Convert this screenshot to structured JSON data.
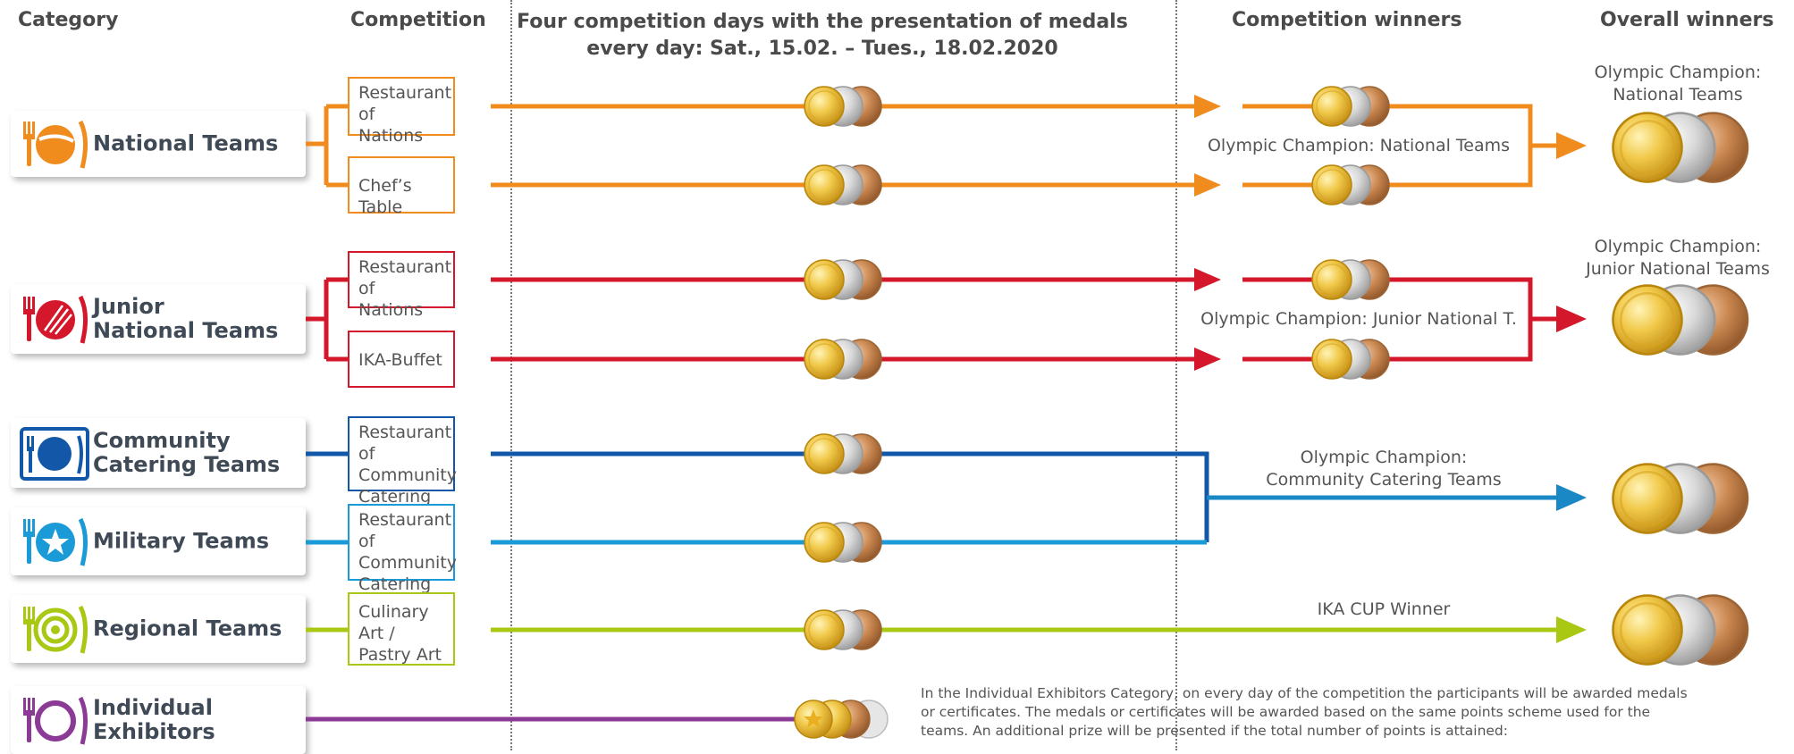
{
  "headers": {
    "category": "Category",
    "competition": "Competition",
    "days_line1": "Four competition days with the presentation of medals",
    "days_line2": "every day: Sat., 15.02. – Tues., 18.02.2020",
    "comp_winners": "Competition winners",
    "overall": "Overall winners"
  },
  "colors": {
    "orange": "#f08c1e",
    "red": "#d4172a",
    "darkblue": "#1257a8",
    "lightblue": "#1a9ad6",
    "lime": "#a8c813",
    "purple": "#8b3a96"
  },
  "categories": [
    {
      "label": "National Teams",
      "icon": "national-teams-icon"
    },
    {
      "label": "Junior\nNational Teams",
      "icon": "junior-national-teams-icon"
    },
    {
      "label": "Community\nCatering Teams",
      "icon": "community-catering-teams-icon"
    },
    {
      "label": "Military Teams",
      "icon": "military-teams-icon"
    },
    {
      "label": "Regional Teams",
      "icon": "regional-teams-icon"
    },
    {
      "label": "Individual\nExhibitors",
      "icon": "individual-exhibitors-icon"
    }
  ],
  "competitions": [
    "Restaurant of\nNations",
    "Chef’s Table",
    "Restaurant of\nNations",
    "IKA-Buffet",
    "Restaurant of\nCommunity\nCatering",
    "Restaurant of\nCommunity\nCatering",
    "Culinary Art /\nPastry Art"
  ],
  "winner_labels": {
    "national": "Olympic Champion: National Teams",
    "junior": "Olympic Champion: Junior National T.",
    "community": "Olympic Champion:\nCommunity Catering Teams",
    "ika_cup": "IKA CUP Winner"
  },
  "overall_labels": {
    "national": "Olympic Champion:\nNational Teams",
    "junior": "Olympic Champion:\nJunior National Teams"
  },
  "note": "In the Individual Exhibitors Category, on every day of the competition the participants will be awarded medals or certificates. The medals or certificates will be awarded based on the same points scheme used for the teams. An additional prize will be presented if the total number of points is attained:"
}
